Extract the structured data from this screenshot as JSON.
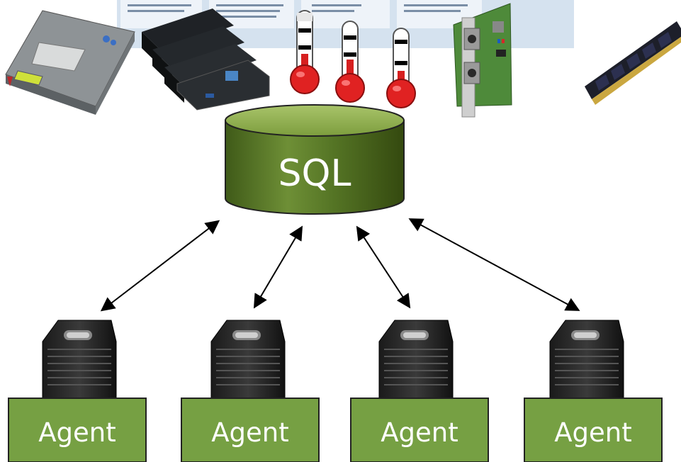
{
  "database": {
    "label": "SQL",
    "fill_color": "#4f6b22",
    "highlight_color": "#8fb14a",
    "text_color": "#ffffff"
  },
  "agents": [
    {
      "label": "Agent"
    },
    {
      "label": "Agent"
    },
    {
      "label": "Agent"
    },
    {
      "label": "Agent"
    }
  ],
  "agent_box_color": "#76a043",
  "arrow_color": "#000000",
  "header_icons": [
    "hard-disk-drive-icon",
    "processor-cards-icon",
    "thermometer-icon",
    "thermometer-icon",
    "thermometer-icon",
    "network-adapter-card-icon",
    "memory-module-icon"
  ],
  "server_icon": "tower-server-icon"
}
